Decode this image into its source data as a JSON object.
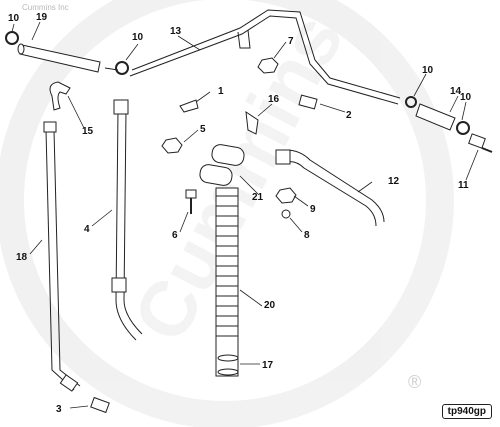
{
  "watermark": {
    "small_text": "Cummins Inc",
    "brand": "Cummins",
    "registered": "®"
  },
  "figure_tag": "tp940gp",
  "callouts": [
    "10",
    "19",
    "13",
    "10",
    "7",
    "10",
    "14",
    "1",
    "16",
    "2",
    "15",
    "5",
    "10",
    "11",
    "21",
    "12",
    "4",
    "9",
    "8",
    "6",
    "18",
    "20",
    "17",
    "3"
  ]
}
